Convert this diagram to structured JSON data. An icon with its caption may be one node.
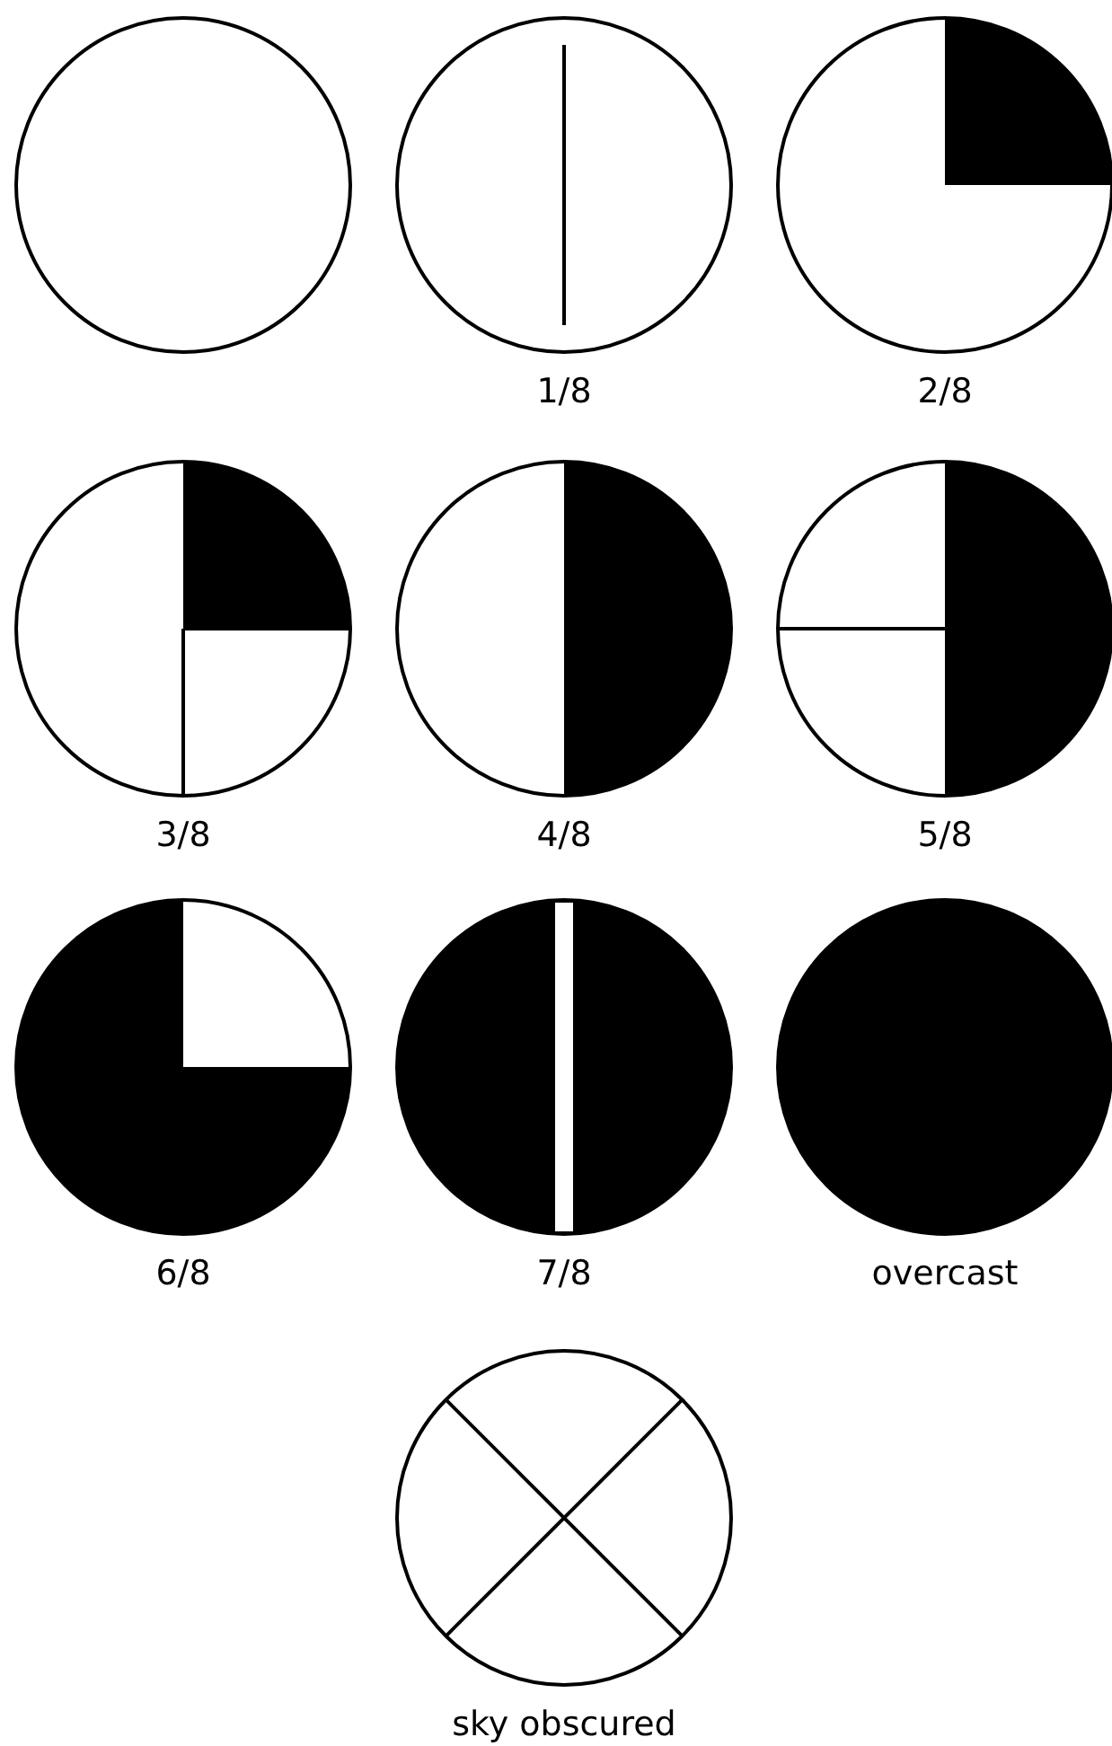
{
  "diagram": {
    "nodes": [
      {
        "text": [],
        "shape": "circle"
      },
      {
        "text": [],
        "shape": "circle",
        "beside": [
          "1/8"
        ]
      },
      {
        "text": [],
        "shape": "circle",
        "beside": [
          "2/8"
        ]
      },
      {
        "text": [],
        "shape": "circle",
        "beside": [
          "3/8"
        ]
      },
      {
        "text": [],
        "shape": "circle",
        "beside": [
          "4/8"
        ]
      },
      {
        "text": [],
        "shape": "circle",
        "beside": [
          "5/8"
        ]
      },
      {
        "text": [],
        "shape": "circle",
        "beside": [
          "6/8"
        ]
      },
      {
        "text": [],
        "shape": "circle",
        "beside": [
          "7/8"
        ]
      },
      {
        "text": [],
        "shape": "circle",
        "beside": [
          "overcast"
        ]
      },
      {
        "text": [],
        "shape": "circle",
        "beside": [
          "sky obscured"
        ]
      }
    ]
  }
}
